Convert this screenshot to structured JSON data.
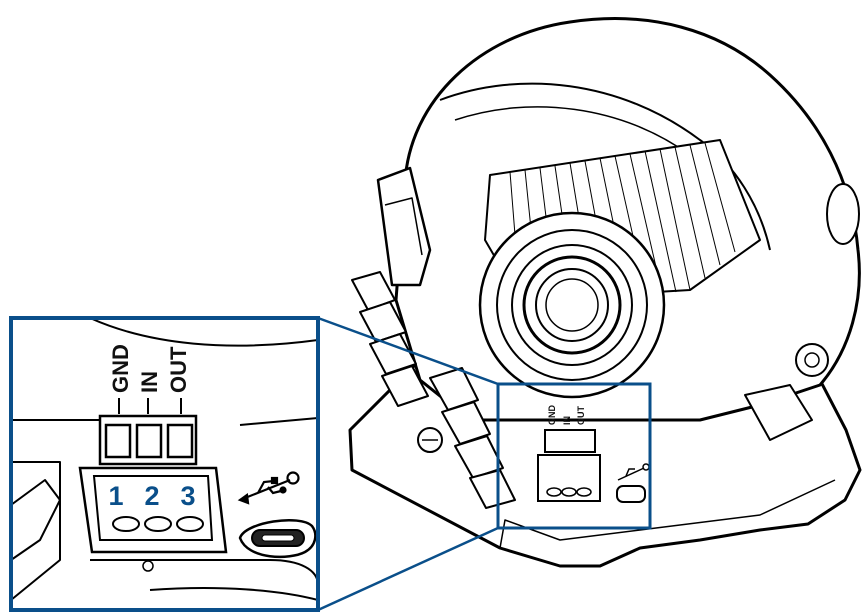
{
  "colors": {
    "callout": "#0a4f8a",
    "ink": "#000000",
    "background": "#ffffff"
  },
  "terminal": {
    "labels": [
      "GND",
      "IN",
      "OUT"
    ],
    "pin_numbers": [
      "1",
      "2",
      "3"
    ]
  },
  "icons": [
    "usb-icon"
  ]
}
